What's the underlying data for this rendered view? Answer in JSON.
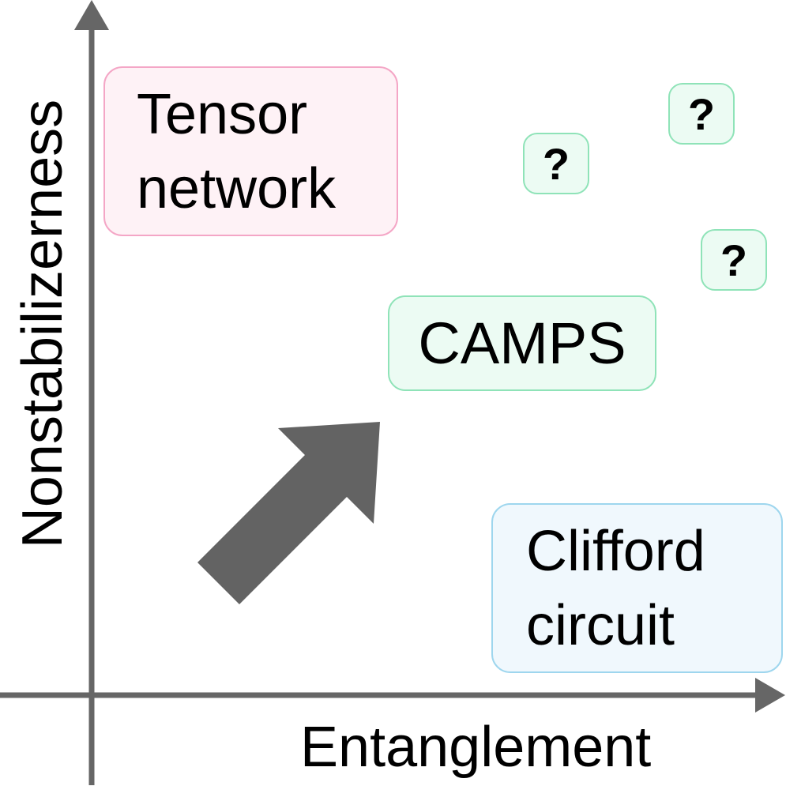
{
  "diagram": {
    "x_axis_label": "Entanglement",
    "y_axis_label": "Nonstabilizerness",
    "boxes": {
      "tensor_network": {
        "line1": "Tensor",
        "line2": "network"
      },
      "camps": {
        "label": "CAMPS"
      },
      "clifford_circuit": {
        "line1": "Clifford",
        "line2": "circuit"
      }
    },
    "unknown_markers": [
      "?",
      "?",
      "?"
    ],
    "colors": {
      "axis": "#666666",
      "arrow": "#636363",
      "tensor_network_fill": "#fef2f6",
      "tensor_network_border": "#f4a6c6",
      "camps_fill": "#ecfbf3",
      "camps_border": "#8fe3b8",
      "clifford_fill": "#f0f8fd",
      "clifford_border": "#9ed6ee"
    }
  }
}
